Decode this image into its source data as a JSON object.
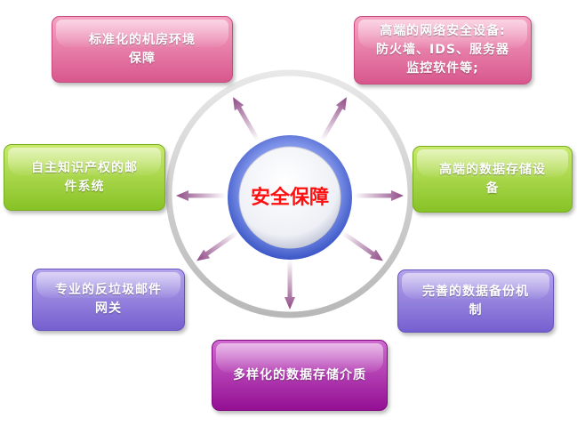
{
  "center": {
    "label": "安全保障"
  },
  "items": [
    {
      "id": "top-left",
      "text": "标准化的机房环境\n保障"
    },
    {
      "id": "top-right",
      "text": "高端的网络安全设备:\n防火墙、IDS、服务器\n监控软件等;"
    },
    {
      "id": "mid-left",
      "text": "自主知识产权的邮\n件系统"
    },
    {
      "id": "mid-right",
      "text": "高端的数据存储设\n备"
    },
    {
      "id": "bot-left",
      "text": "专业的反垃圾邮件\n网关"
    },
    {
      "id": "bot-right",
      "text": "完善的数据备份机\n制"
    },
    {
      "id": "bottom",
      "text": "多样化的数据存储介质"
    }
  ],
  "colors": {
    "pink": "#e06699",
    "green": "#9acc30",
    "purple": "#8a76db",
    "magenta": "#a41ca4",
    "arrow": "#9a5a8e",
    "center_text": "#ff1010"
  }
}
